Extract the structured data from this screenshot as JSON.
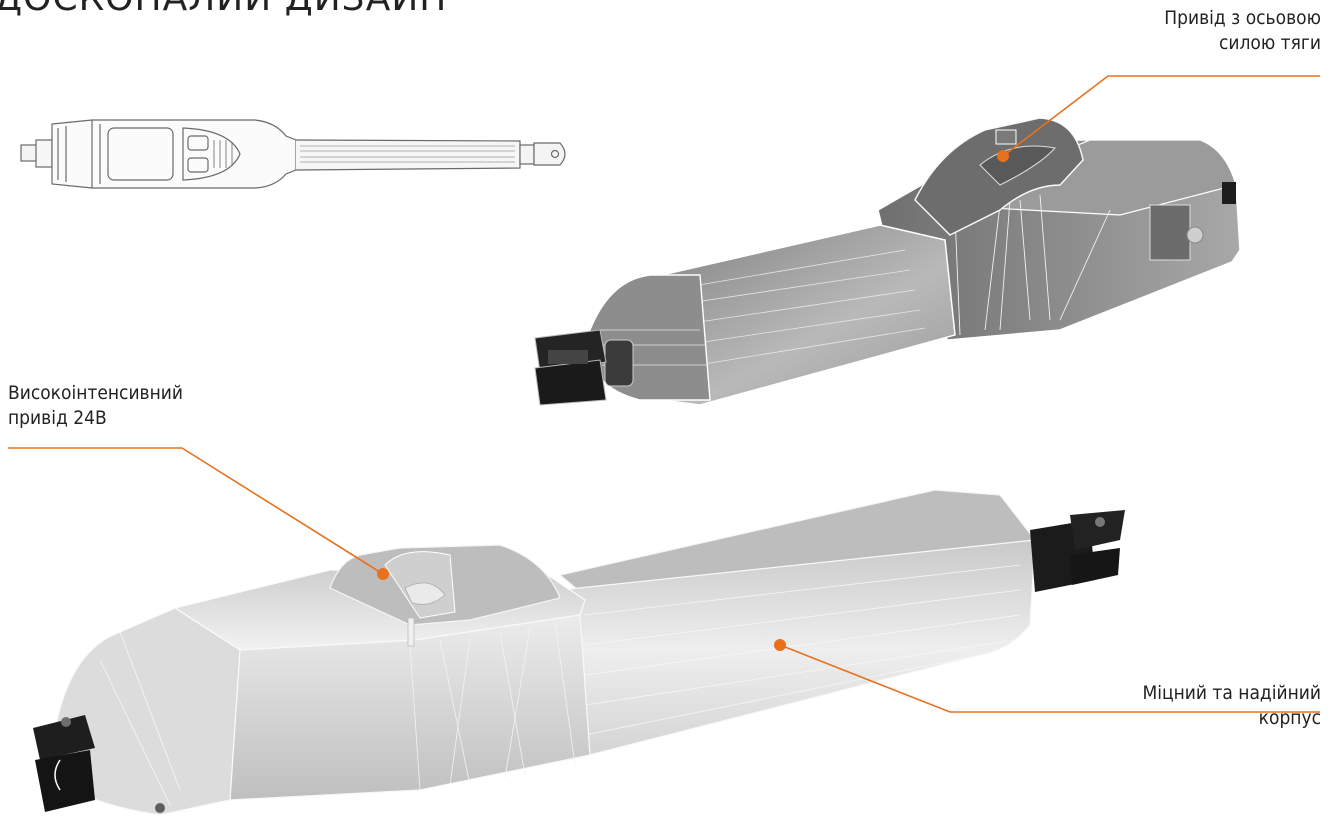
{
  "heading": "ДОСКОНАЛИЙ ДИЗАЙН",
  "callouts": {
    "axial": {
      "text": "Привід з осьовою\nсилою тяги"
    },
    "drive": {
      "text": "Високоінтенсивний\nпривід 24В"
    },
    "body": {
      "text": "Міцний та надійний\nкорпус"
    }
  },
  "colors": {
    "accent": "#e8711e",
    "label": "#222222",
    "shell_light": "#dedede",
    "shell_dark": "#8a8a8a",
    "bracket": "#1a1a1a"
  }
}
